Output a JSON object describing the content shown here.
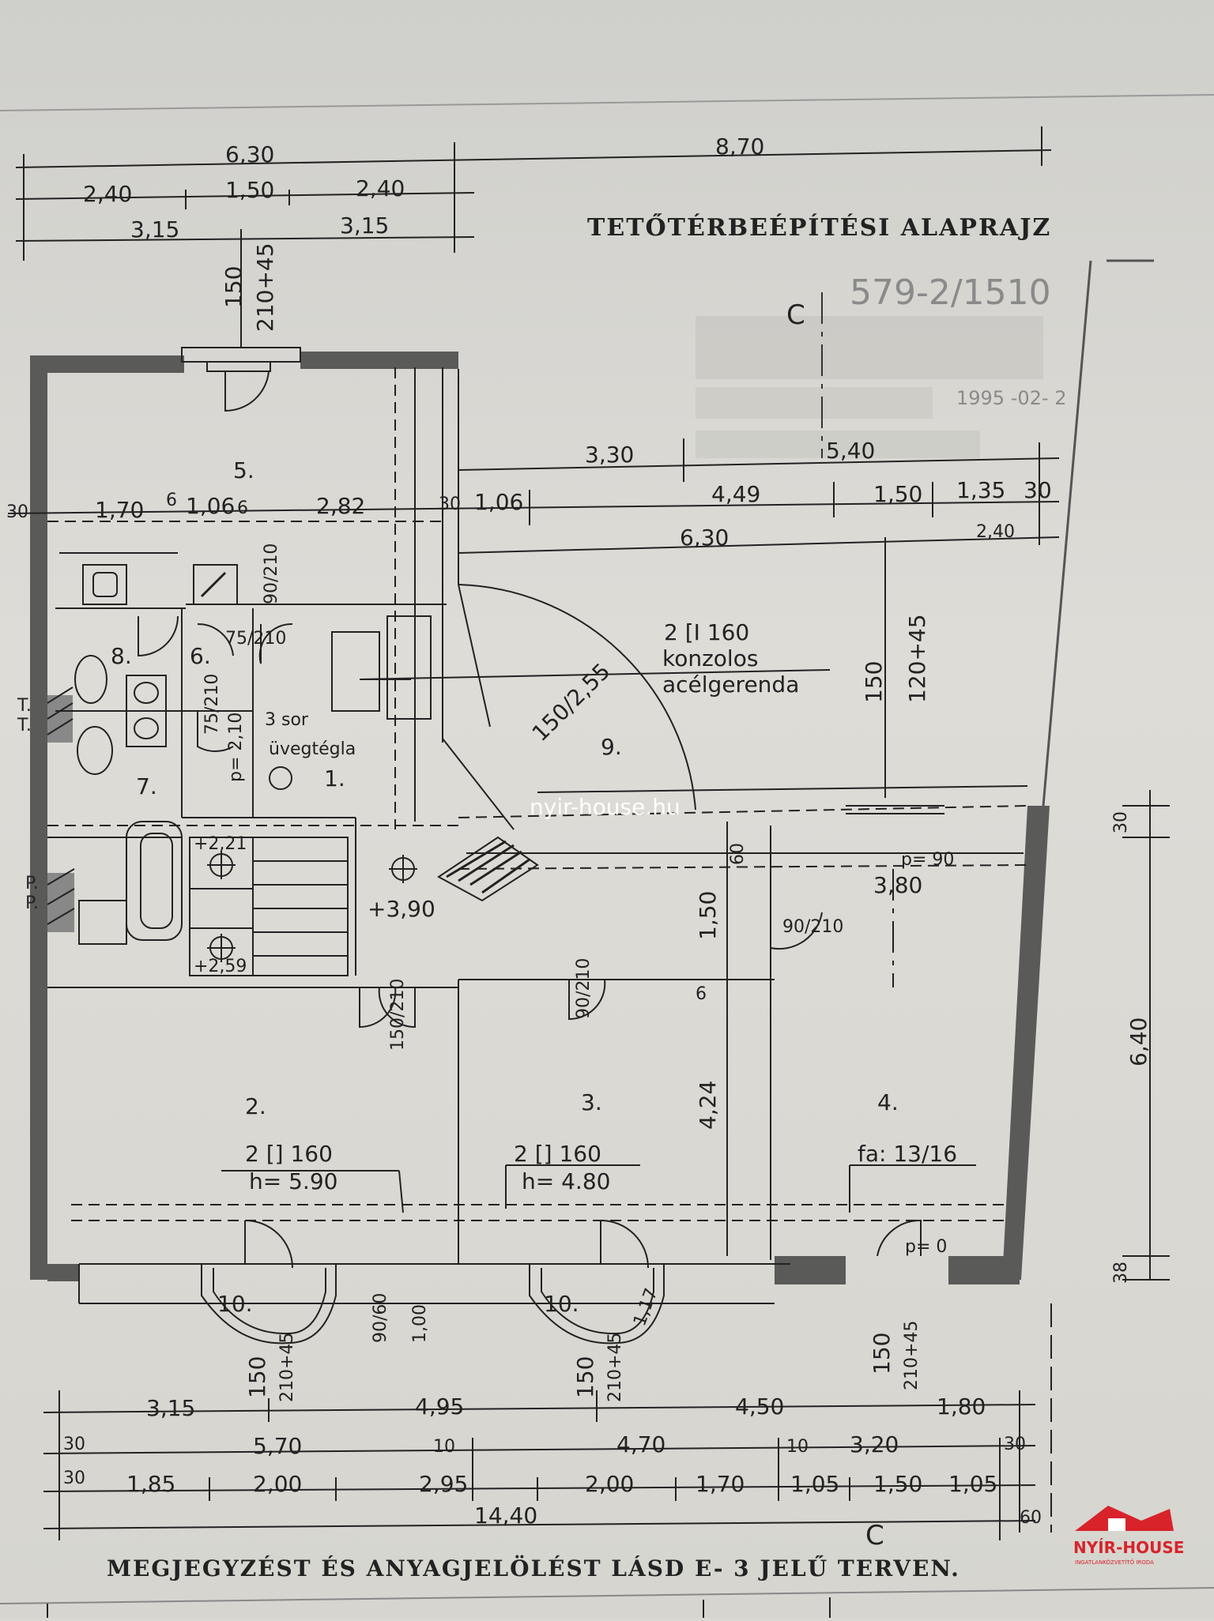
{
  "plan": {
    "title": "TETŐTÉRBEÉPÍTÉSI ALAPRAJZ",
    "footer_note": "MEGJEGYZÉST ÉS ANYAGJELÖLÉST LÁSD E- 3 JELŰ TERVEN.",
    "watermark": "nyir-house.hu",
    "section_marker": "C",
    "stamp": {
      "number": "579-2/1510",
      "date": "1995 -02- 2"
    },
    "logo": {
      "name": "NYÍR-HOUSE",
      "tagline": "INGATLANKÖZVETÍTŐ IRODA",
      "color": "#d8232a"
    }
  },
  "rooms": [
    {
      "id": "room-1",
      "label": "1."
    },
    {
      "id": "room-2",
      "label": "2."
    },
    {
      "id": "room-3",
      "label": "3."
    },
    {
      "id": "room-4",
      "label": "4."
    },
    {
      "id": "room-5",
      "label": "5."
    },
    {
      "id": "room-6",
      "label": "6."
    },
    {
      "id": "room-7",
      "label": "7."
    },
    {
      "id": "room-8",
      "label": "8."
    },
    {
      "id": "room-9",
      "label": "9."
    },
    {
      "id": "room-10a",
      "label": "10."
    },
    {
      "id": "room-10b",
      "label": "10."
    }
  ],
  "annotations": {
    "beam_main": [
      "2 [I 160",
      "konzolos",
      "acélgerenda"
    ],
    "glass_block": [
      "3 sor",
      "üvegtégla"
    ],
    "beam_room2": [
      "2 [] 160",
      "h= 5.90"
    ],
    "beam_room3": [
      "2 [] 160",
      "h= 4.80"
    ],
    "wood": "fa: 13/16",
    "level_390": "+3,90",
    "level_221": "+2,21",
    "level_259": "+2,59",
    "parapet_90": "p= 90",
    "parapet_210": "p= 2,10",
    "parapet_0": "p= 0",
    "tt": [
      "T.",
      "T."
    ],
    "pp": [
      "P.",
      "P."
    ]
  },
  "dims": {
    "top1": [
      "6,30",
      "8,70"
    ],
    "top2": [
      "2,40",
      "1,50",
      "2,40"
    ],
    "top3": [
      "3,15",
      "3,15"
    ],
    "win_top": [
      "150",
      "210+45"
    ],
    "mid1": [
      "3,30",
      "5,40"
    ],
    "mid2": [
      "4,49",
      "1,50",
      "1,35",
      "30"
    ],
    "mid3": [
      "6,30",
      "2,40"
    ],
    "row5": [
      "30",
      "1,70",
      "6",
      "1,06",
      "6",
      "2,82",
      "30",
      "1,06"
    ],
    "doors": [
      "90/210",
      "75/210",
      "75/210",
      "150/210",
      "90/210",
      "90/210"
    ],
    "stair": "150/2,55",
    "right_v": [
      "150",
      "120+45"
    ],
    "middle_v": [
      "60",
      "1,50",
      "6",
      "4,24"
    ],
    "right_side": [
      "30",
      "6,40",
      "38"
    ],
    "room3_head": "3,80",
    "win_bot": [
      "150",
      "210+45",
      "150",
      "210+45",
      "150",
      "210+45"
    ],
    "window_small": [
      "90/60",
      "1,00"
    ],
    "bay_label": "1,17",
    "bottom1": [
      "3,15",
      "4,95",
      "4,50",
      "1,80"
    ],
    "bottom2": [
      "30",
      "5,70",
      "10",
      "4,70",
      "10",
      "3,20",
      "30"
    ],
    "bottom3": [
      "30",
      "1,85",
      "2,00",
      "2,95",
      "2,00",
      "1,70",
      "1,05",
      "1,50",
      "1,05"
    ],
    "bottom4": [
      "14,40",
      "60"
    ]
  }
}
